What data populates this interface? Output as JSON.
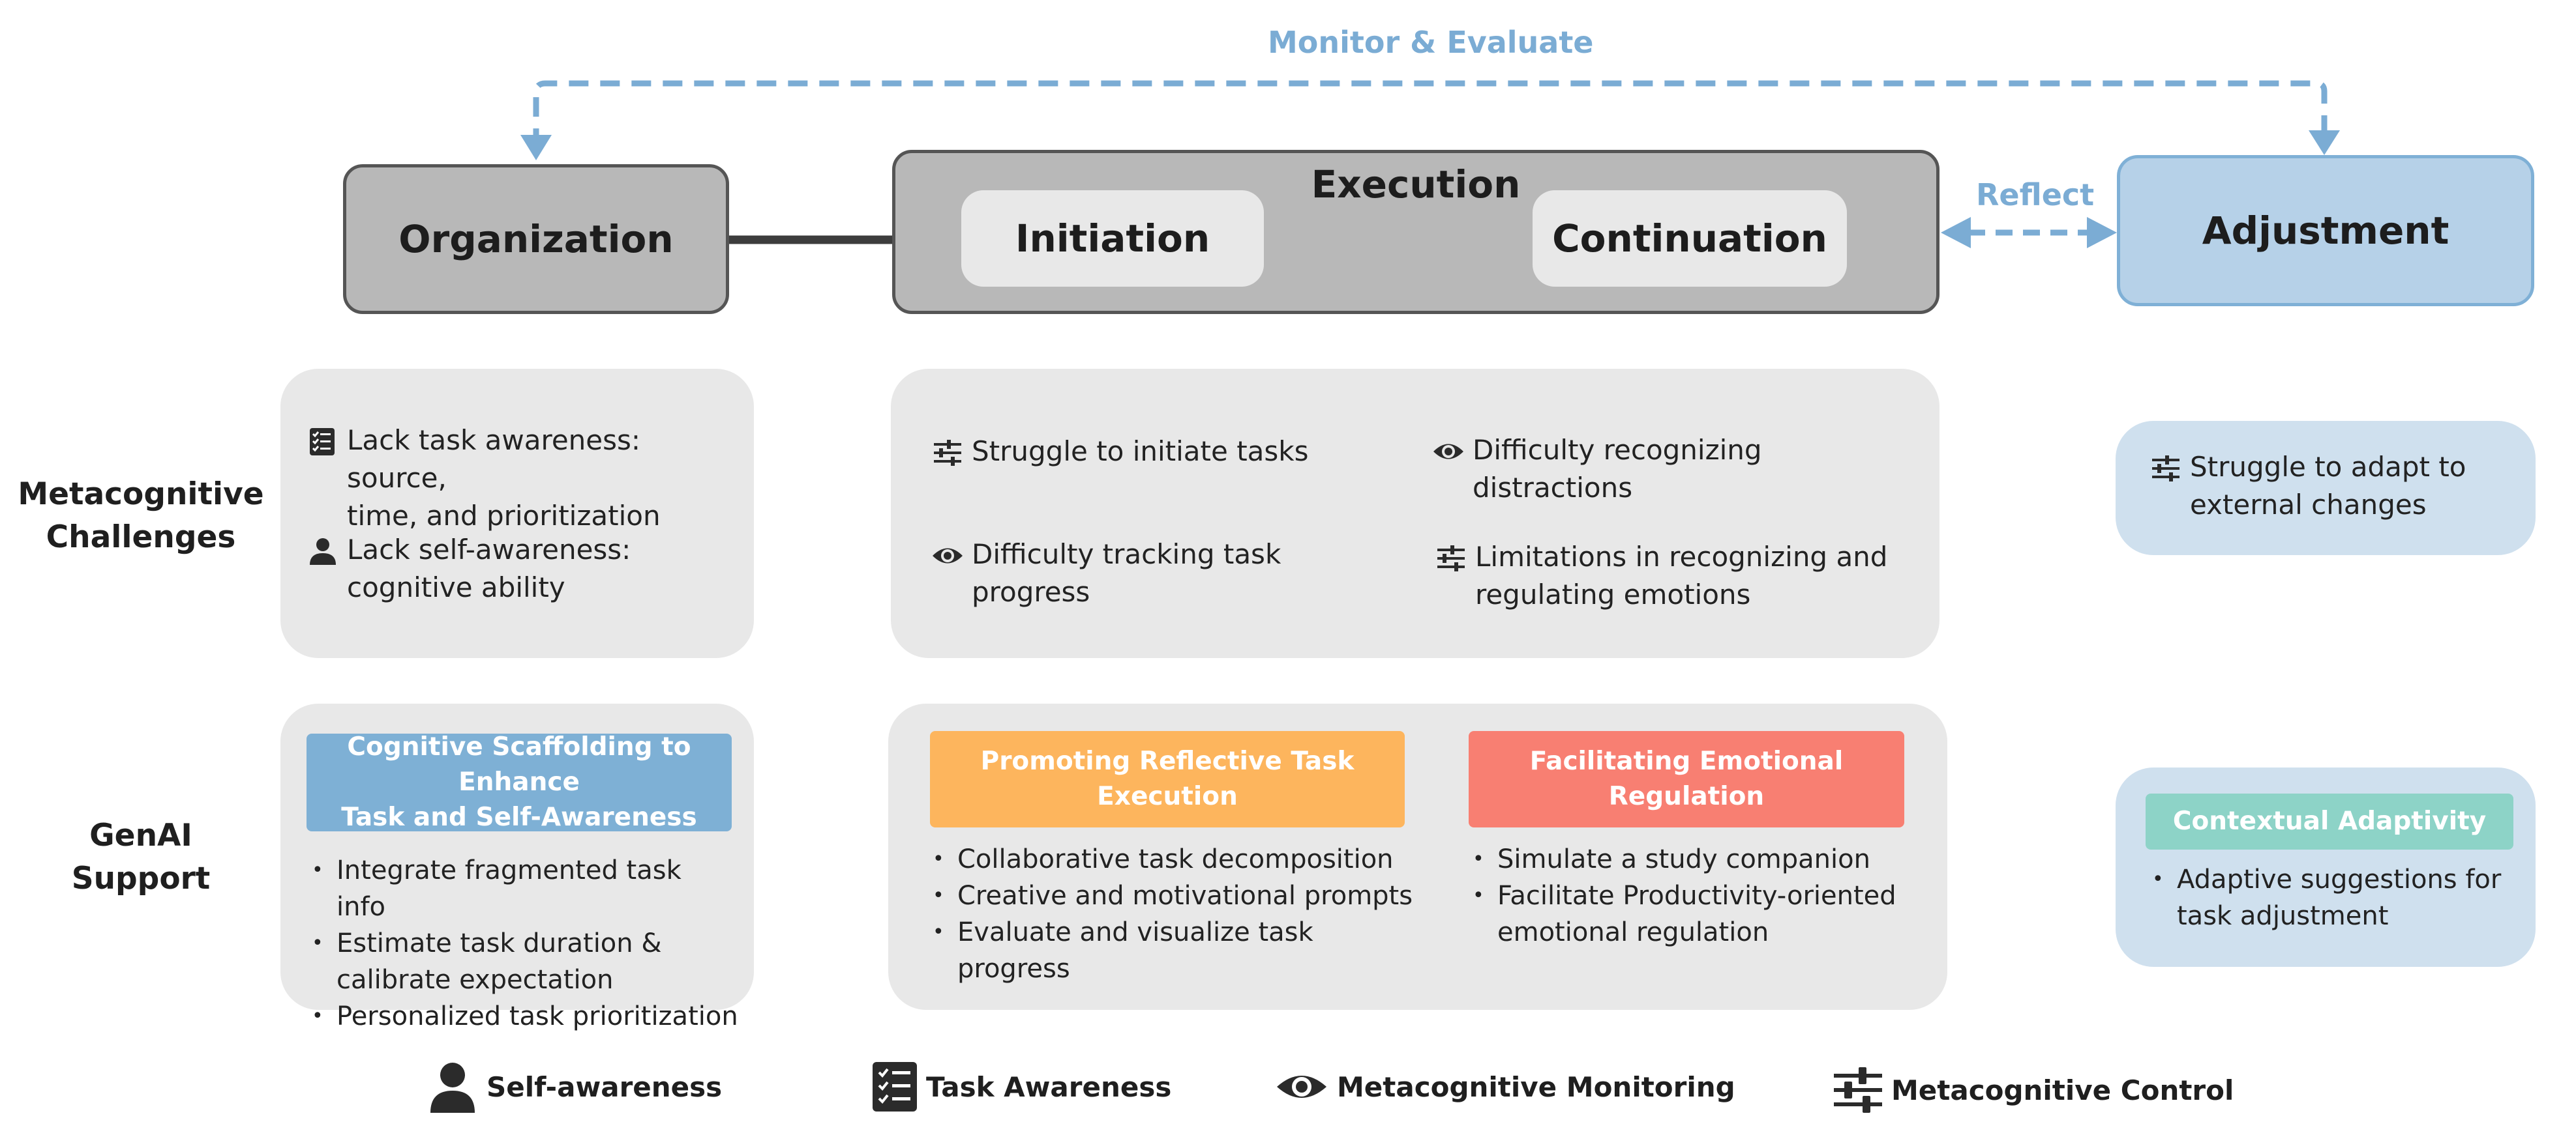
{
  "feedback": {
    "monitor_label": "Monitor & Evaluate",
    "reflect_label": "Reflect"
  },
  "stages": {
    "organization": "Organization",
    "execution": "Execution",
    "initiation": "Initiation",
    "continuation": "Continuation",
    "adjustment": "Adjustment"
  },
  "rows": {
    "challenges": [
      "Metacognitive",
      "Challenges"
    ],
    "support": [
      "GenAI",
      "Support"
    ]
  },
  "challenges": {
    "organization": [
      {
        "icon": "task-awareness-icon",
        "lines": [
          "Lack task awareness: source,",
          "time, and prioritization"
        ]
      },
      {
        "icon": "self-awareness-icon",
        "lines": [
          "Lack self-awareness:",
          "cognitive ability"
        ]
      }
    ],
    "execution": [
      {
        "icon": "metacognitive-control-icon",
        "lines": [
          "Struggle to initiate tasks"
        ]
      },
      {
        "icon": "metacognitive-monitoring-icon",
        "lines": [
          "Difficulty recognizing distractions"
        ]
      },
      {
        "icon": "metacognitive-monitoring-icon",
        "lines": [
          "Difficulty tracking task progress"
        ]
      },
      {
        "icon": "metacognitive-control-icon",
        "lines": [
          "Limitations in recognizing and",
          "regulating emotions"
        ]
      }
    ],
    "adjustment": [
      {
        "icon": "metacognitive-control-icon",
        "lines": [
          "Struggle to adapt to",
          "external changes"
        ]
      }
    ]
  },
  "support": {
    "organization": {
      "title": [
        "Cognitive Scaffolding to Enhance",
        "Task and Self-Awareness"
      ],
      "color": "#7eb0d5",
      "bullets": [
        "Integrate fragmented task info",
        "Estimate task duration &",
        "calibrate expectation",
        "Personalized task prioritization"
      ]
    },
    "execution_reflective": {
      "title": "Promoting Reflective Task Execution",
      "color": "#fdb55d",
      "bullets": [
        "Collaborative task decomposition",
        "Creative and motivational prompts",
        "Evaluate and visualize task progress"
      ]
    },
    "execution_emotional": {
      "title": "Facilitating Emotional Regulation",
      "color": "#f87f72",
      "bullets": [
        "Simulate a study companion",
        "Facilitate Productivity-oriented",
        "emotional regulation"
      ]
    },
    "adjustment": {
      "title": "Contextual Adaptivity",
      "color": "#8dd3c7",
      "bullets": [
        "Adaptive suggestions for",
        "task adjustment"
      ]
    }
  },
  "legend": [
    {
      "icon": "self-awareness-icon",
      "label": "Self-awareness"
    },
    {
      "icon": "task-awareness-icon",
      "label": "Task Awareness"
    },
    {
      "icon": "metacognitive-monitoring-icon",
      "label": "Metacognitive Monitoring"
    },
    {
      "icon": "metacognitive-control-icon",
      "label": "Metacognitive Control"
    }
  ],
  "colors": {
    "stage_gray": "#b8b8b8",
    "inner_gray": "#e8e8e8",
    "adjust_blue": "#b6d1e8",
    "feedback_blue": "#7bacd4",
    "arrow_dark": "#3d3d3d"
  }
}
